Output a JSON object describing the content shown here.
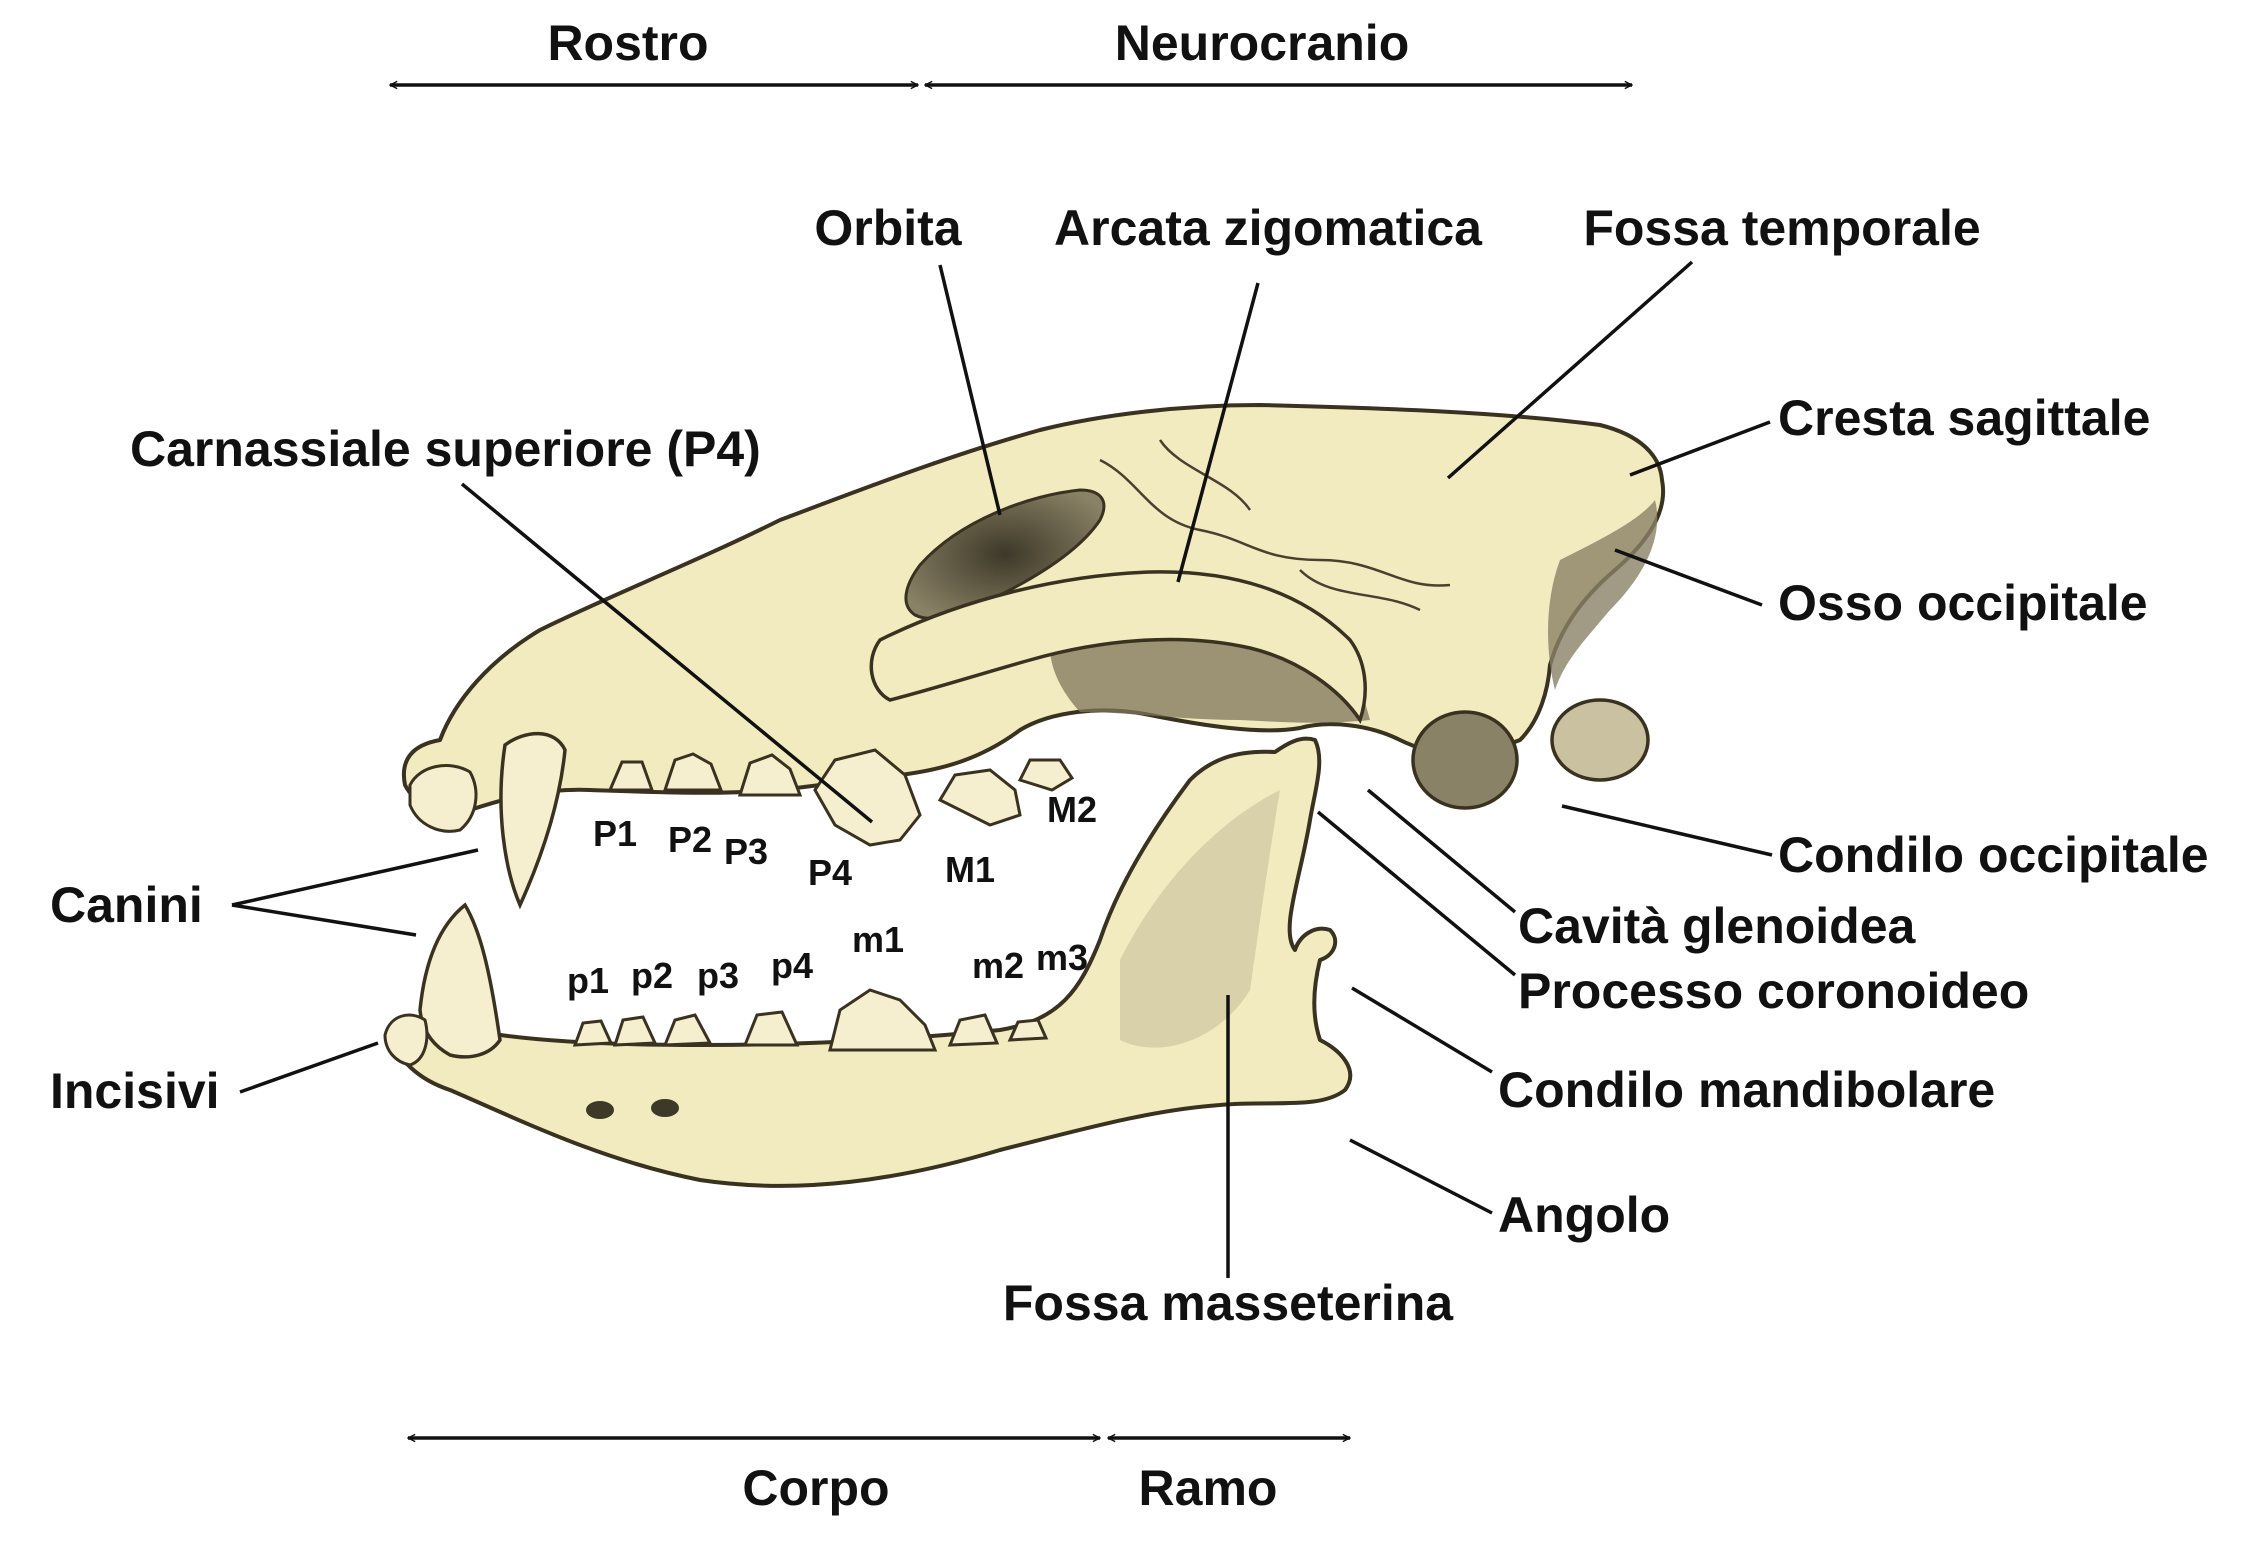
{
  "regions_top": {
    "rostro": "Rostro",
    "neurocranio": "Neurocranio"
  },
  "regions_bottom": {
    "corpo": "Corpo",
    "ramo": "Ramo"
  },
  "labels": {
    "orbita": "Orbita",
    "arcata_zigomatica": "Arcata zigomatica",
    "fossa_temporale": "Fossa temporale",
    "cresta_sagittale": "Cresta sagittale",
    "osso_occipitale": "Osso occipitale",
    "carnassiale_superiore": "Carnassiale superiore (P4)",
    "canini": "Canini",
    "incisivi": "Incisivi",
    "condilo_occipitale": "Condilo occipitale",
    "cavita_glenoidea": "Cavità glenoidea",
    "processo_coronoideo": "Processo coronoideo",
    "condilo_mandibolare": "Condilo mandibolare",
    "angolo": "Angolo",
    "fossa_masseterina": "Fossa masseterina"
  },
  "upper_teeth": [
    "P1",
    "P2",
    "P3",
    "P4",
    "M1",
    "M2"
  ],
  "lower_teeth": [
    "p1",
    "p2",
    "p3",
    "p4",
    "m1",
    "m2",
    "m3"
  ],
  "colors": {
    "bone": "#f2ebbf",
    "shadow": "#6f6852",
    "ink": "#111111"
  }
}
